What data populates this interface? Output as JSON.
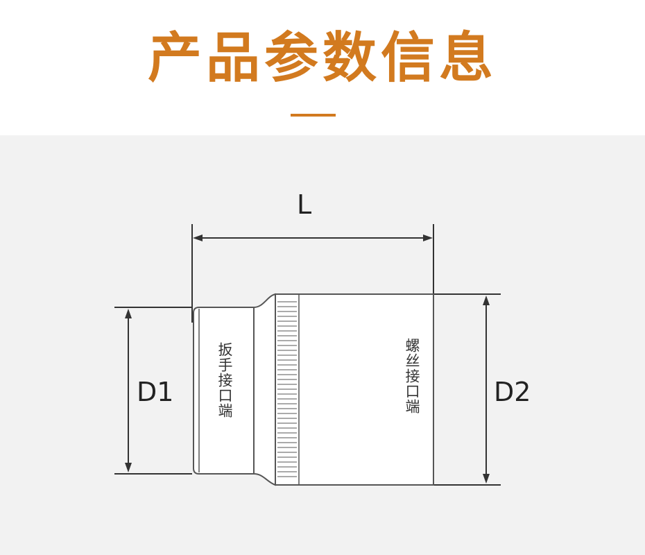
{
  "header": {
    "title": "产品参数信息"
  },
  "diagram": {
    "dimension_length_label": "L",
    "dimension_d1_label": "D1",
    "dimension_d2_label": "D2",
    "wrench_end_label": "扳手接口端",
    "screw_end_label": "螺丝接口端"
  },
  "colors": {
    "accent": "#d27a1f",
    "panel_background": "#f2f2f2",
    "line": "#333333"
  }
}
